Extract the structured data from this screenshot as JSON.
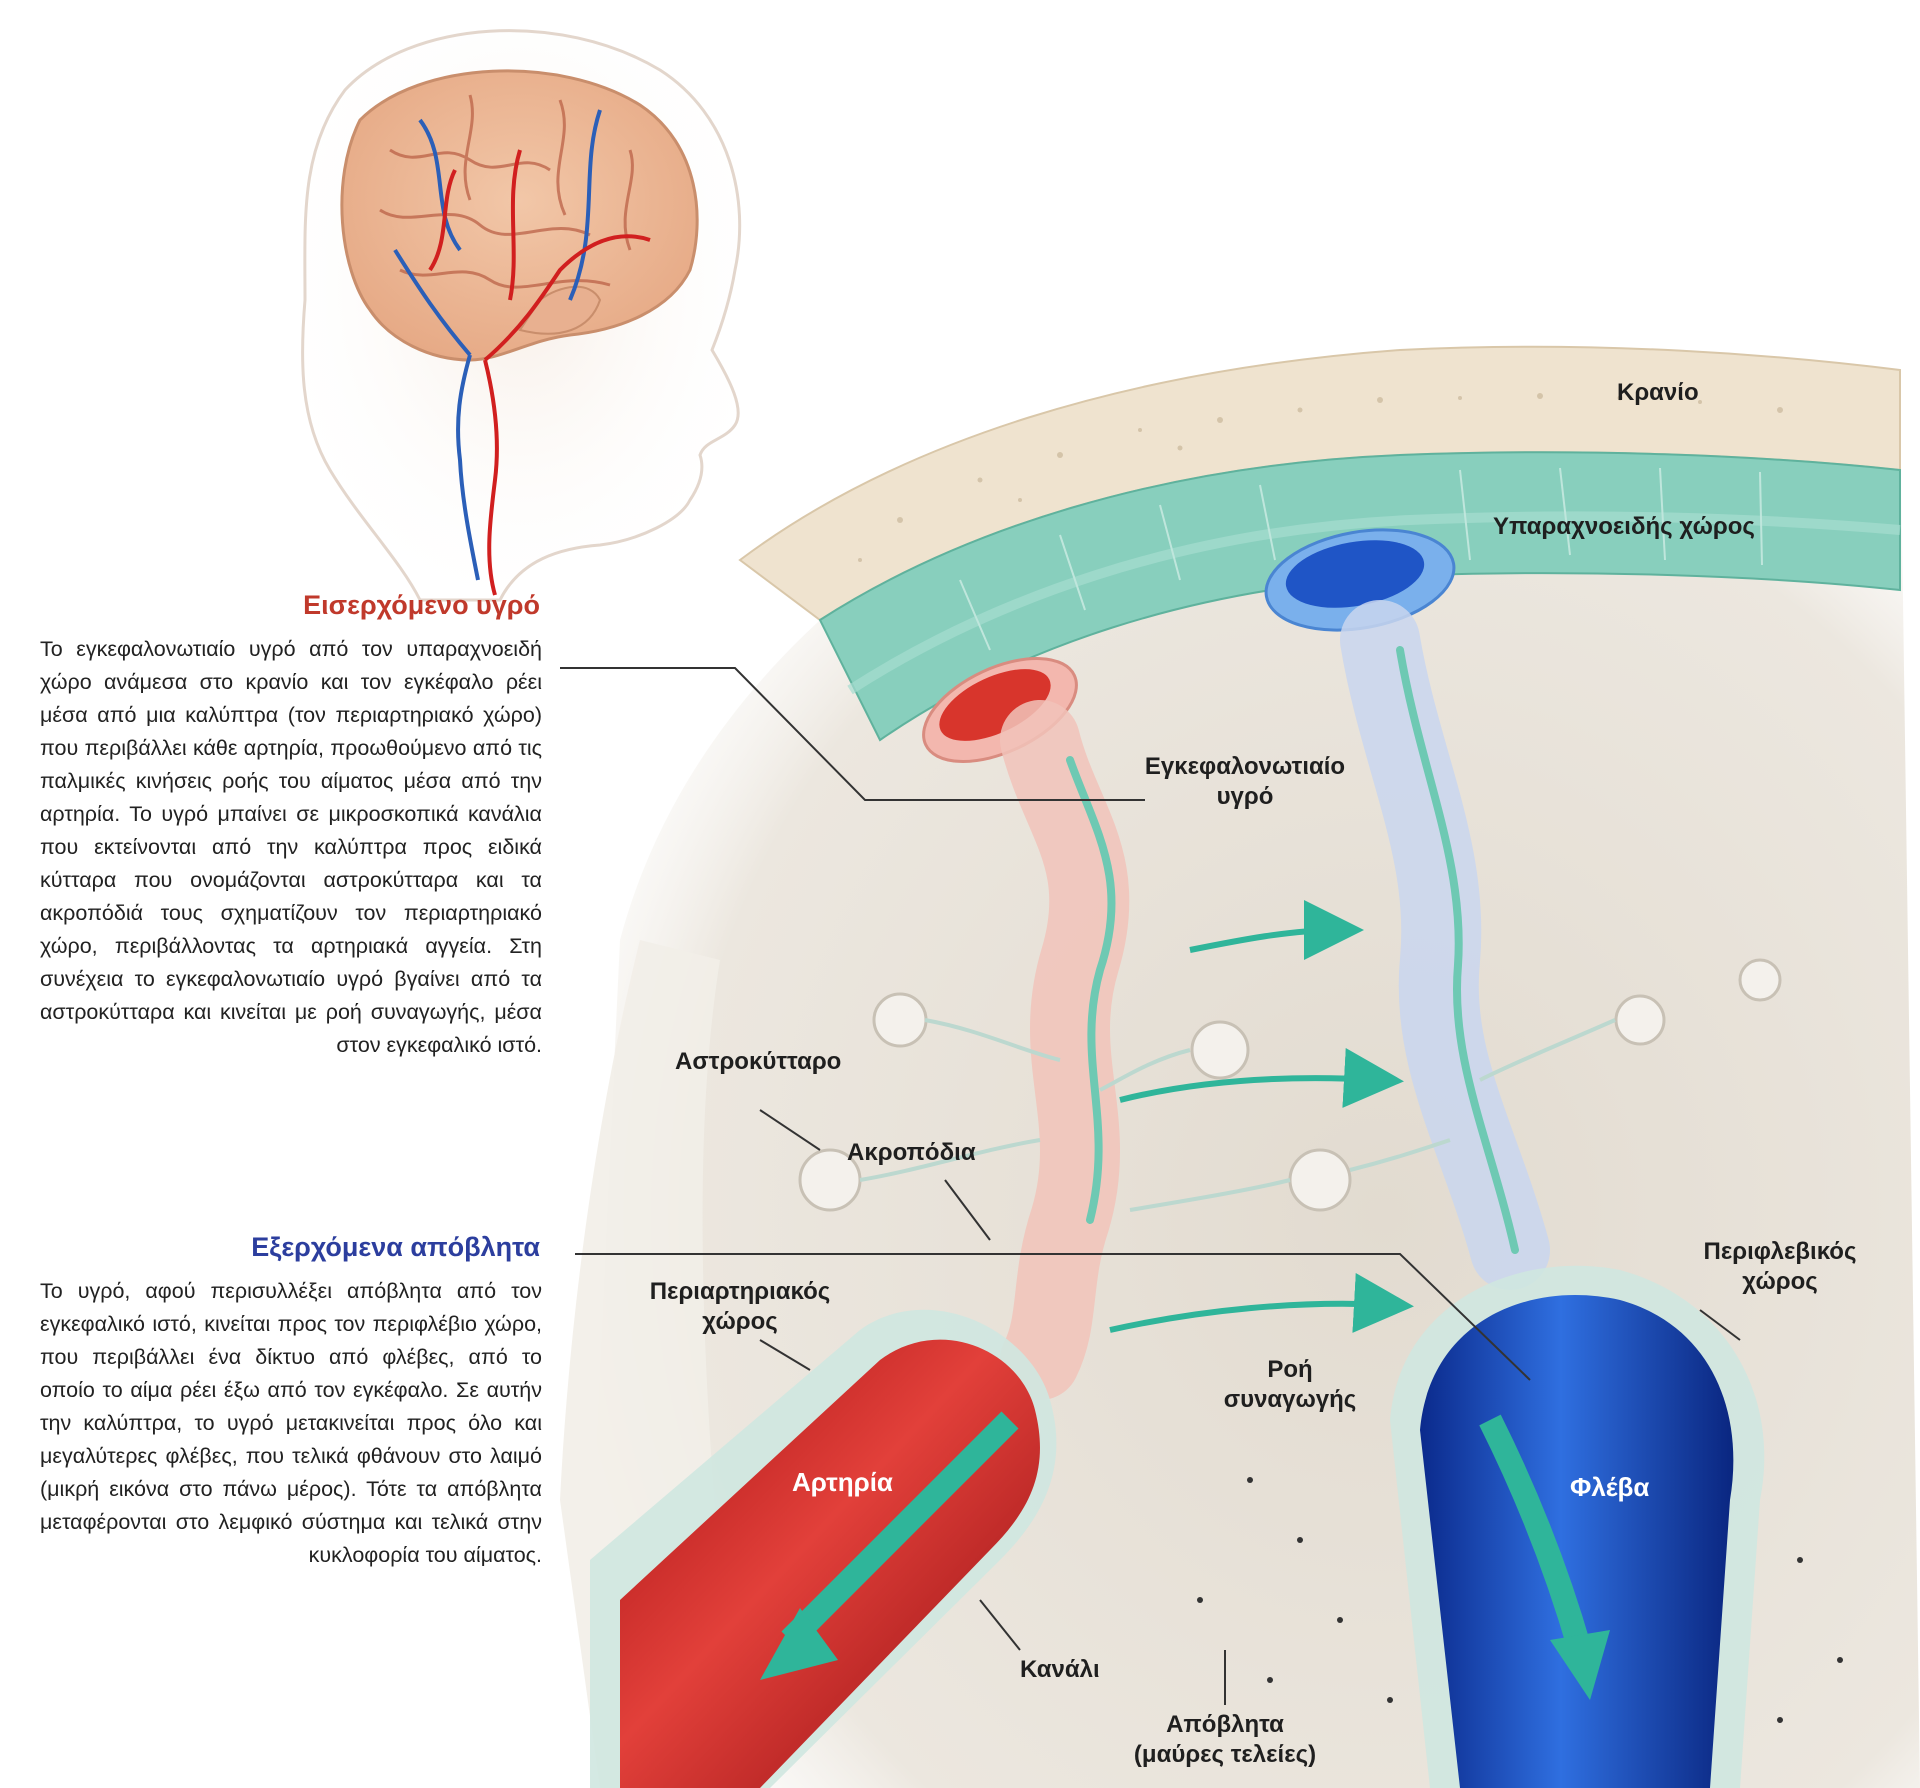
{
  "colors": {
    "inflow_heading": "#c0392b",
    "outflow_heading": "#2c3e9e",
    "artery": "#c81e1e",
    "vein": "#1d3fae",
    "csf": "#2fb59a",
    "subarachnoid": "#7fcbb8",
    "tissue": "#e6e0d6",
    "skull": "#efe4d2"
  },
  "text": {
    "inflow_heading": "Εισερχόμενο υγρό",
    "inflow_paragraph": "Το εγκεφαλονωτιαίο υγρό από τον υπαραχνοειδή χώρο ανάμεσα στο κρανίο και τον εγκέφαλο ρέει μέσα από μια καλύπτρα (τον περιαρτηριακό χώρο) που περιβάλλει κάθε αρτηρία, προωθούμενο από τις παλμικές κινήσεις ροής του αίματος μέσα από την αρτηρία. Το υγρό μπαίνει σε μικροσκοπικά κανάλια που εκτείνονται από την καλύπτρα προς ειδικά κύτταρα που ονομάζονται αστροκύτταρα και τα ακροπόδιά τους σχηματίζουν τον περιαρτηριακό χώρο, περιβάλλοντας τα αρτηριακά αγγεία. Στη συνέχεια το εγκεφαλονωτιαίο υγρό βγαίνει από τα αστροκύτταρα και κινείται με ροή συναγωγής, μέσα στον εγκεφαλικό ιστό.",
    "outflow_heading": "Εξερχόμενα απόβλητα",
    "outflow_paragraph": "Το υγρό, αφού περισυλλέξει απόβλητα από τον εγκεφαλικό ιστό, κινείται προς τον περιφλέβιο χώρο, που περιβάλλει ένα δίκτυο από φλέβες, από το οποίο το αίμα ρέει έξω από τον εγκέφαλο. Σε αυτήν την καλύπτρα, το υγρό μετακινείται προς όλο και μεγαλύτερες φλέβες, που τελικά φθάνουν στο λαιμό (μικρή εικόνα στο πάνω μέρος). Τότε τα απόβλητα μεταφέρονται στο λεμφικό σύστημα και τελικά στην κυκλοφορία του αίματος."
  },
  "labels": {
    "skull": "Κρανίο",
    "subarachnoid": "Υπαραχνοειδής χώρος",
    "csf_line1": "Εγκεφαλονωτιαίο",
    "csf_line2": "υγρό",
    "astrocyte": "Αστροκύτταρο",
    "endfeet": "Ακροπόδια",
    "periarterial_line1": "Περιαρτηριακός",
    "periarterial_line2": "χώρος",
    "convective_line1": "Ροή",
    "convective_line2": "συναγωγής",
    "perivenous_line1": "Περιφλεβικός",
    "perivenous_line2": "χώρος",
    "artery": "Αρτηρία",
    "vein": "Φλέβα",
    "channel": "Κανάλι",
    "waste_line1": "Απόβλητα",
    "waste_line2": "(μαύρες τελείες)"
  },
  "icons": {
    "head_inset": "head-brain-vessels-icon",
    "astrocyte": "astrocyte-cell-icon"
  }
}
